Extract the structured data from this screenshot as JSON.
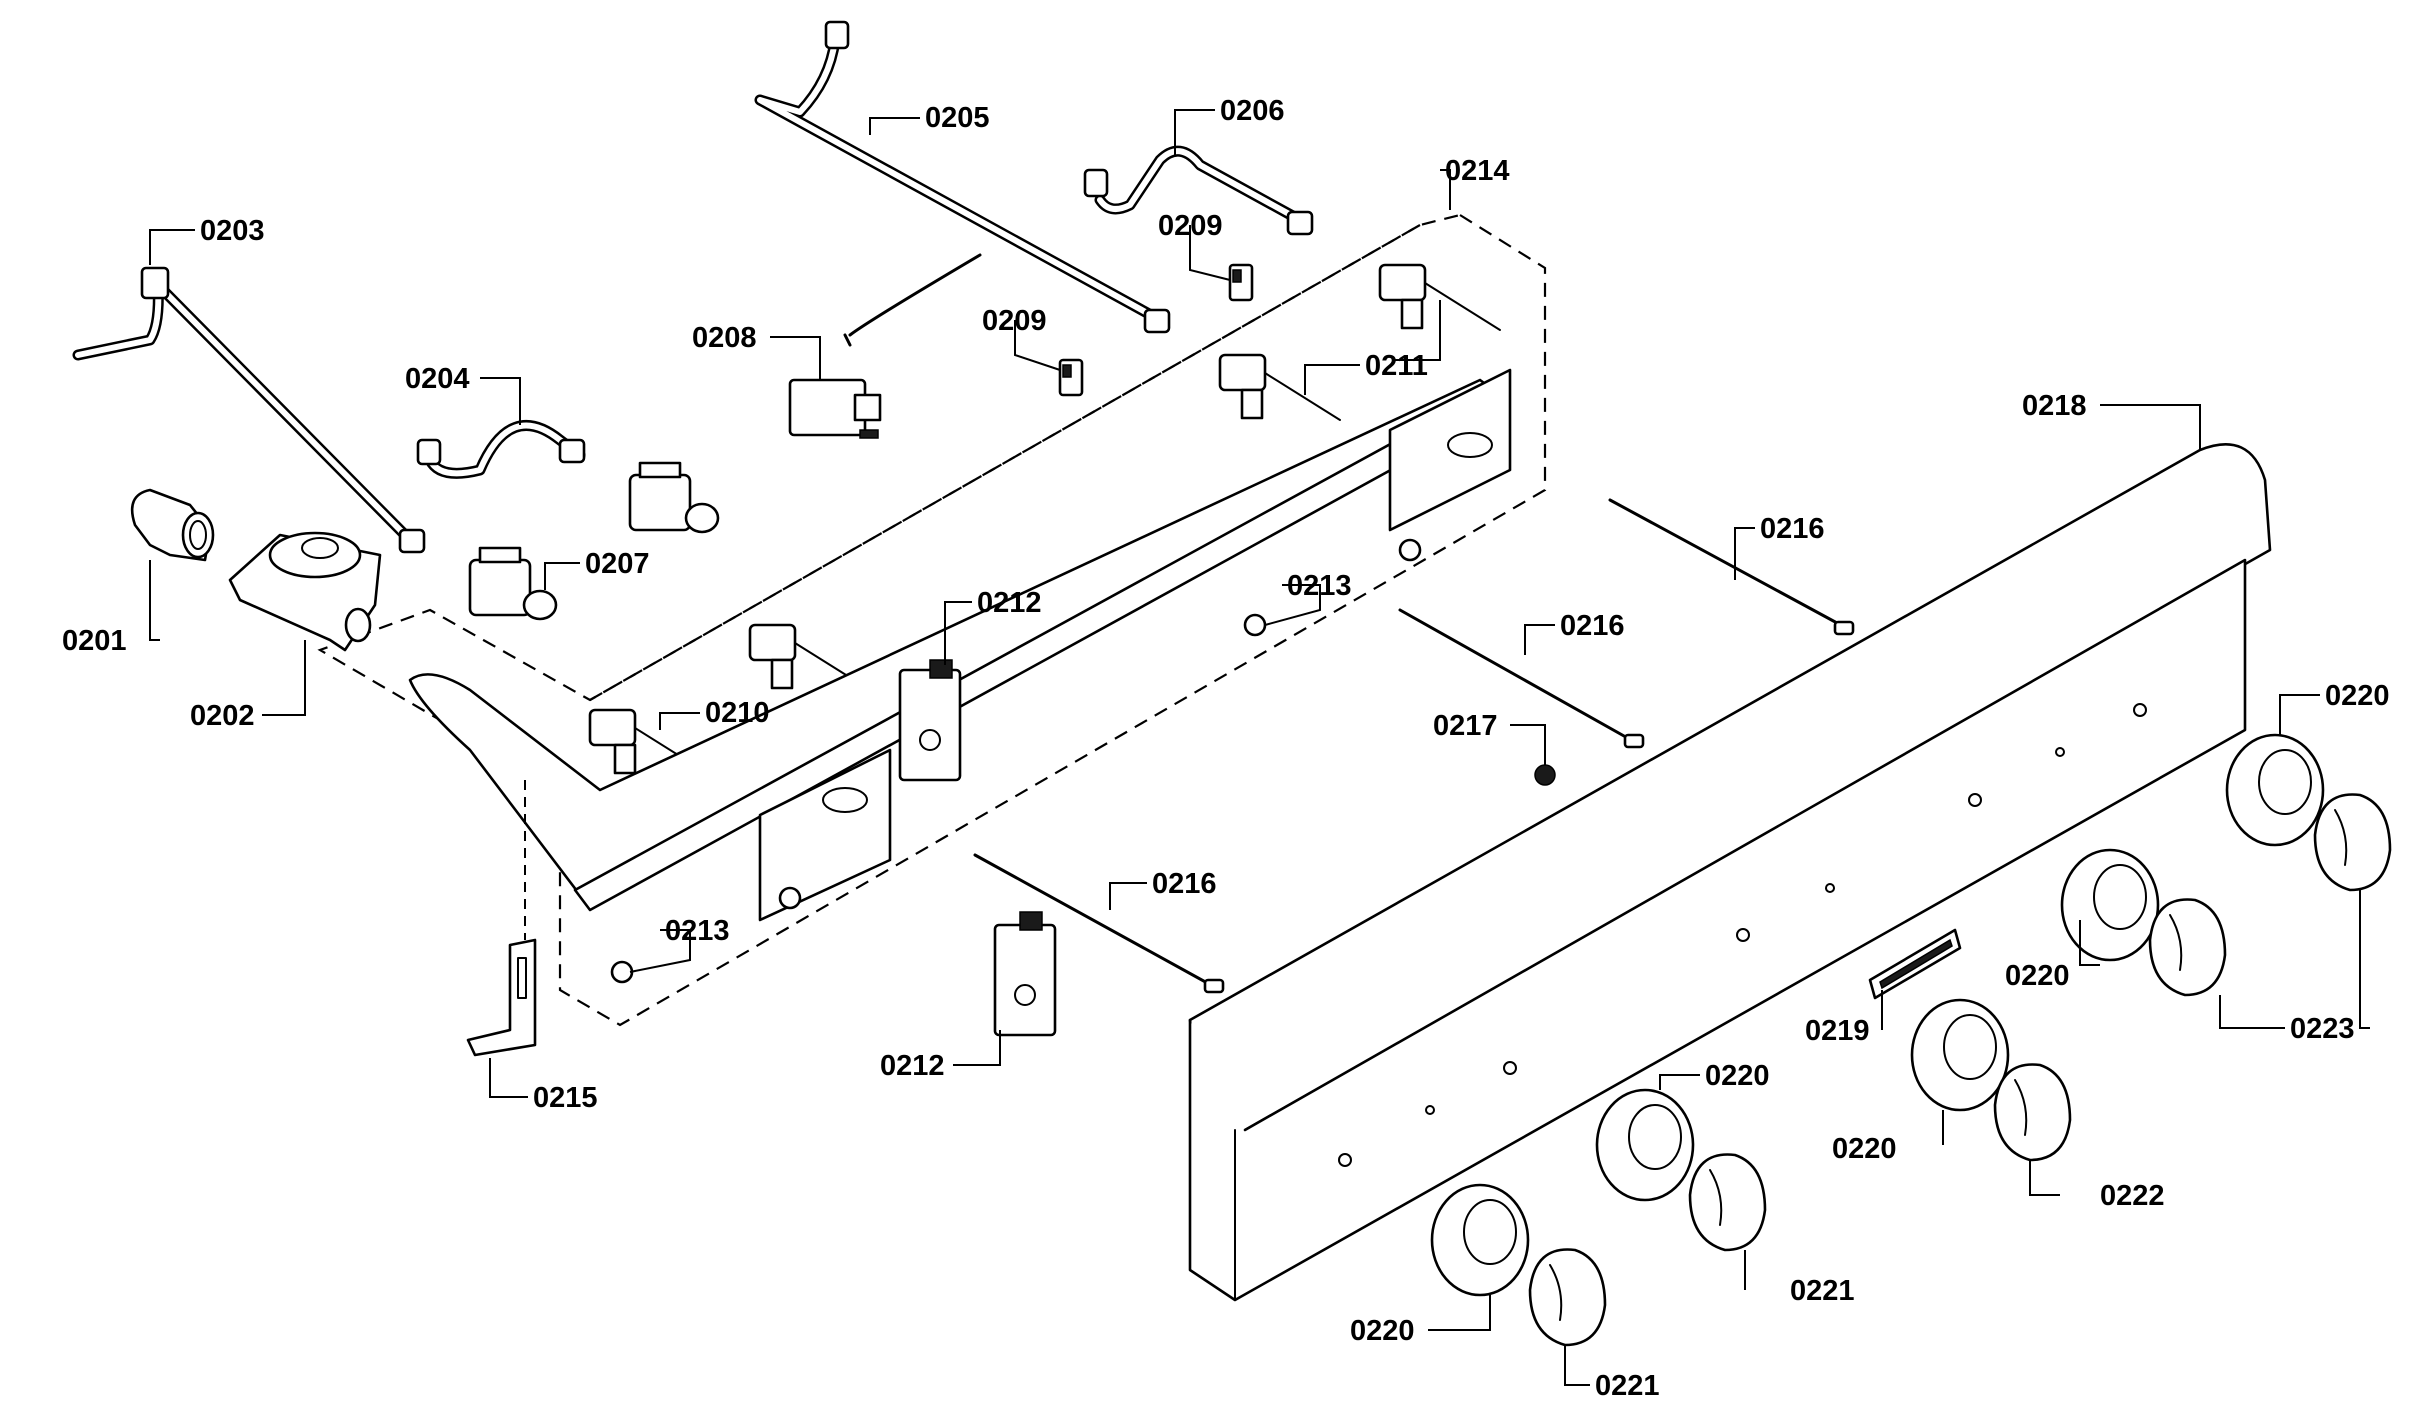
{
  "diagram": {
    "part_labels": {
      "p0201": "0201",
      "p0202": "0202",
      "p0203": "0203",
      "p0204": "0204",
      "p0205": "0205",
      "p0206": "0206",
      "p0207": "0207",
      "p0208": "0208",
      "p0209a": "0209",
      "p0209b": "0209",
      "p0210": "0210",
      "p0211": "0211",
      "p0212a": "0212",
      "p0212b": "0212",
      "p0213a": "0213",
      "p0213b": "0213",
      "p0214": "0214",
      "p0215": "0215",
      "p0216a": "0216",
      "p0216b": "0216",
      "p0216c": "0216",
      "p0217": "0217",
      "p0218": "0218",
      "p0219": "0219",
      "p0220a": "0220",
      "p0220b": "0220",
      "p0220c": "0220",
      "p0220d": "0220",
      "p0220e": "0220",
      "p0221a": "0221",
      "p0221b": "0221",
      "p0222": "0222",
      "p0223": "0223"
    }
  }
}
